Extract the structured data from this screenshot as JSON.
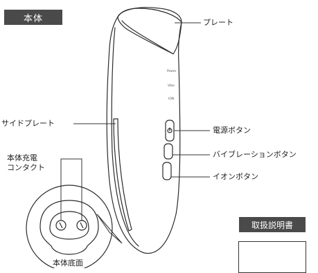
{
  "section_title": "本体",
  "device_labels": {
    "plate": "プレート",
    "side_plate": "サイドプレート",
    "power_button": "電源ボタン",
    "vibration_button": "バイブレーションボタン",
    "ion_button": "イオンボタン",
    "charging_contact_line1": "本体充電",
    "charging_contact_line2": "コンタクト",
    "body_bottom": "本体底面"
  },
  "device_printed_text": {
    "power": "Power",
    "vibe": "Vibe",
    "ion": "ION"
  },
  "manual_tag": "取扱説明書"
}
